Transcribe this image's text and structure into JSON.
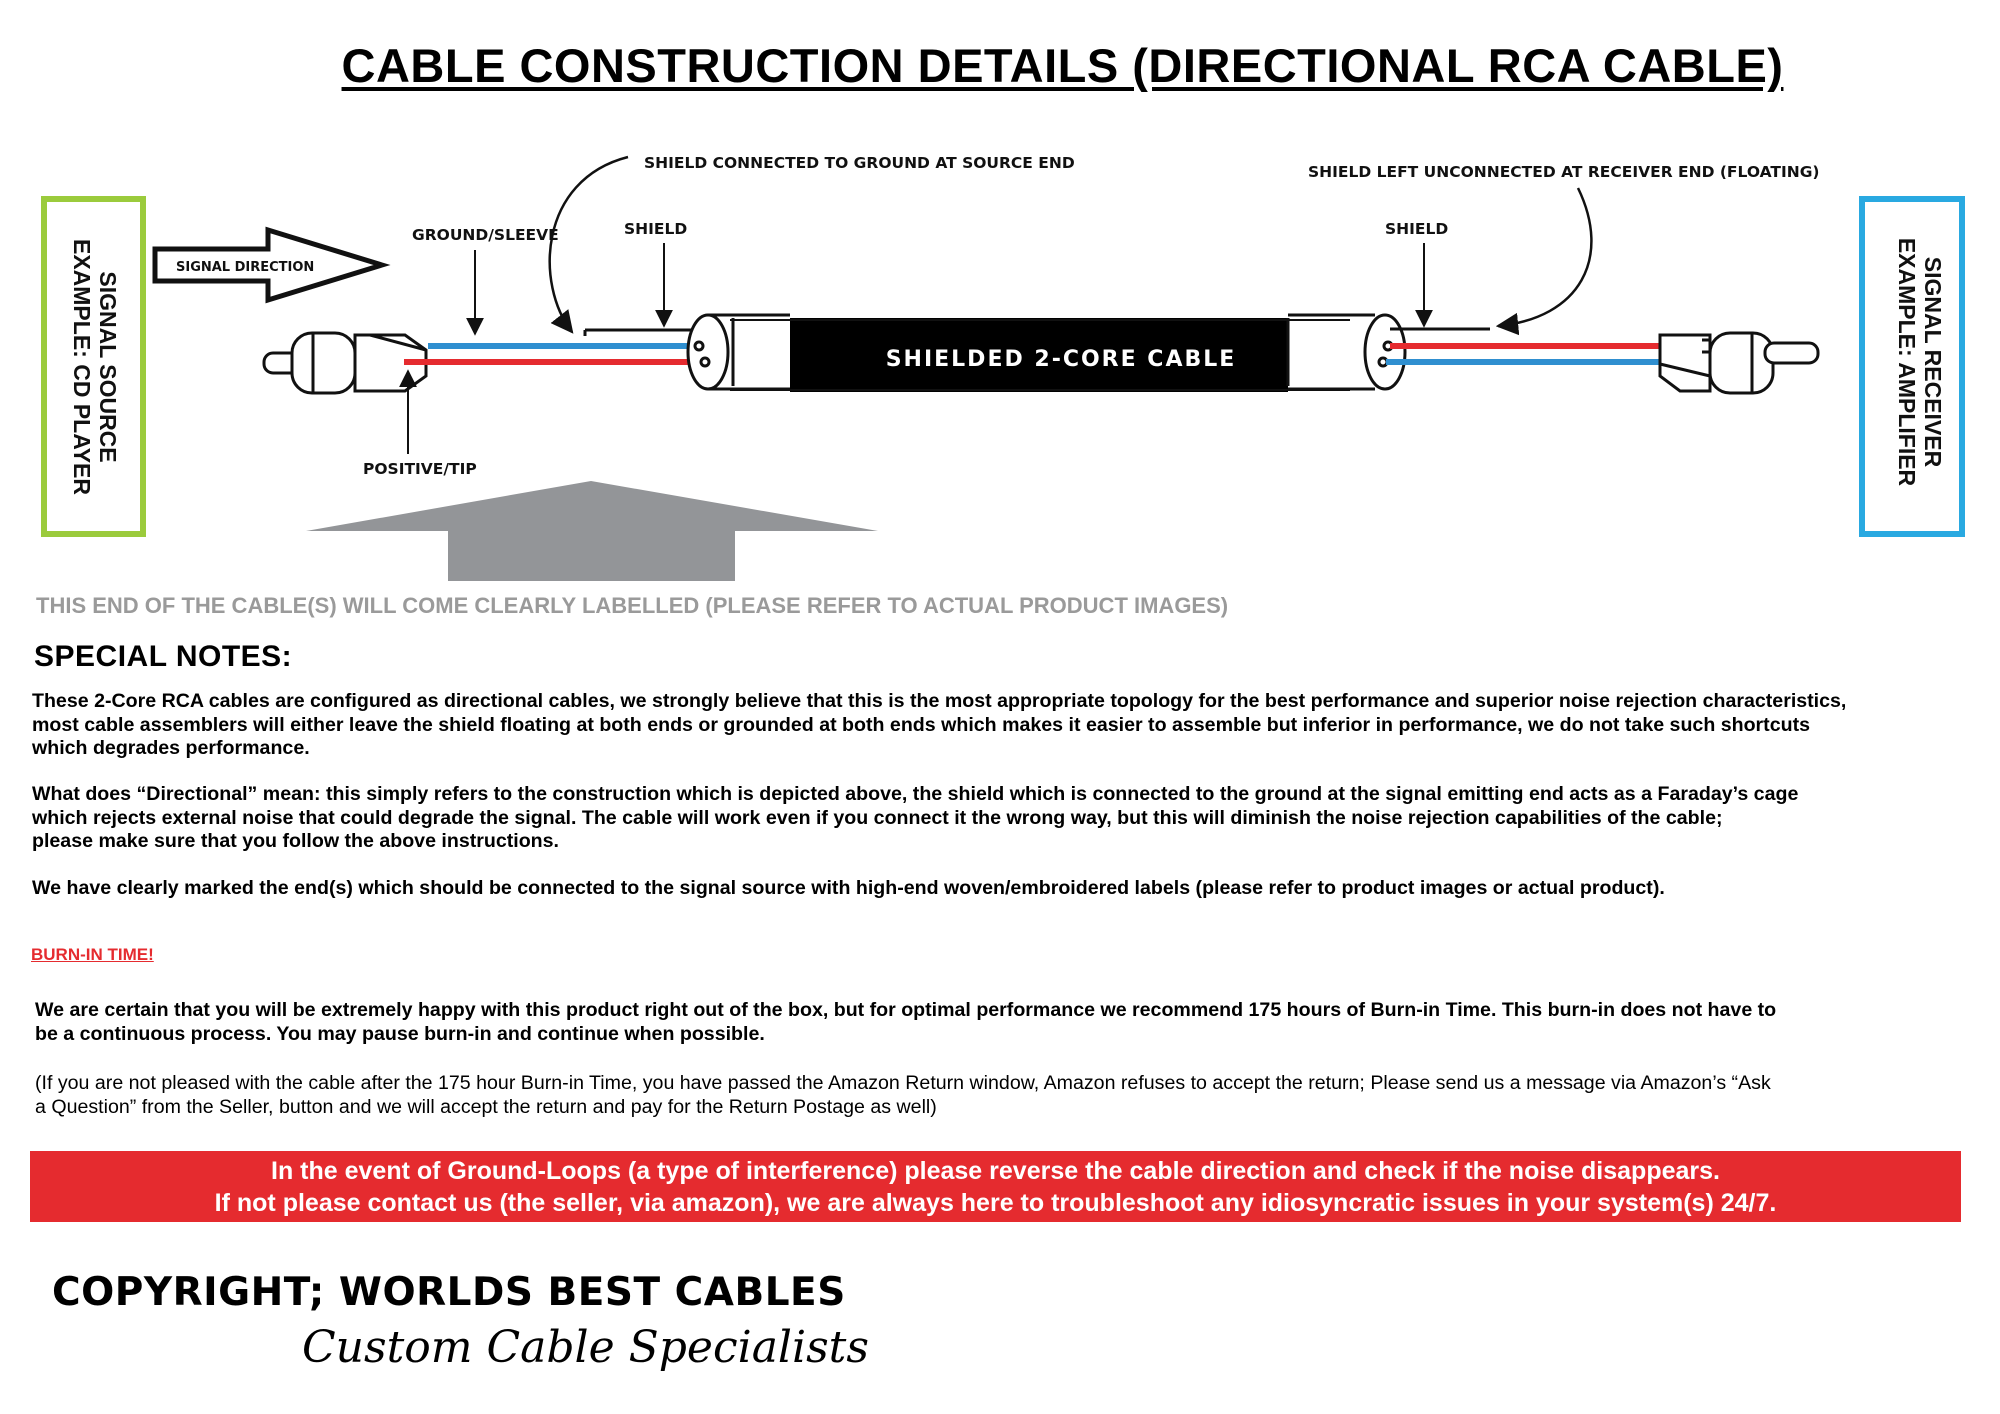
{
  "title": "CABLE CONSTRUCTION DETAILS (DIRECTIONAL RCA CABLE)",
  "diagram": {
    "source_box_line1": "SIGNAL SOURCE",
    "source_box_line2": "EXAMPLE: CD PLAYER",
    "receiver_box_line1": "SIGNAL RECEIVER",
    "receiver_box_line2": "EXAMPLE: AMPLIFIER",
    "signal_direction": "SIGNAL DIRECTION",
    "ground_sleeve": "GROUND/SLEEVE",
    "shield_left": "SHIELD",
    "shield_right": "SHIELD",
    "positive_tip": "POSITIVE/TIP",
    "shield_connected_note": "SHIELD CONNECTED TO GROUND AT SOURCE END",
    "shield_unconnected_note": "SHIELD LEFT UNCONNECTED AT RECEIVER END (FLOATING)",
    "cable_label": "SHIELDED 2-CORE CABLE",
    "colors": {
      "source_box": "#9bcb3c",
      "receiver_box": "#29a9e1",
      "wire_blue": "#2f8fd0",
      "wire_red": "#e52b2f",
      "cable_body": "#000000",
      "big_arrow": "#939598"
    }
  },
  "labelled_note": "THIS END OF THE CABLE(S) WILL COME CLEARLY LABELLED (PLEASE REFER TO ACTUAL PRODUCT IMAGES)",
  "special_notes": {
    "heading": "SPECIAL NOTES:",
    "p1_l1": "These 2-Core RCA cables are configured as directional cables, we strongly believe that this is the most appropriate topology for the best performance and superior noise rejection characteristics,",
    "p1_l2": "most cable assemblers will either leave the shield floating at both ends or grounded at both ends which makes it easier to assemble but inferior in performance, we do not take such shortcuts",
    "p1_l3": "which degrades performance.",
    "p2_l1": "What does “Directional” mean: this simply refers to the construction which is depicted above, the shield which is connected to the ground at the signal emitting end acts as a Faraday’s cage",
    "p2_l2": "which rejects external noise that could degrade the signal. The cable will work even if you connect it the wrong way, but this will diminish the noise rejection capabilities of the cable;",
    "p2_l3": "please make sure that you follow the above instructions.",
    "p3": "We have clearly marked the end(s) which should be connected to the signal source with high-end woven/embroidered labels (please refer to product images or actual product)."
  },
  "burn_in": {
    "heading": "BURN-IN TIME!",
    "p1_l1": "We are certain that you will be extremely happy with this product right out of the box, but for optimal performance we recommend 175 hours of Burn-in Time. This burn-in does not have to",
    "p1_l2": "be a continuous process. You may pause burn-in and continue when possible.",
    "p2_l1": "(If you are not pleased with the cable after the 175 hour Burn-in Time, you have passed the Amazon Return window, Amazon refuses to accept the return; Please send us a message via Amazon’s “Ask",
    "p2_l2": "a Question” from the Seller, button and we will accept the return and pay for the Return Postage as well)"
  },
  "banner": {
    "line1": "In the event of Ground-Loops (a type of interference) please reverse the cable direction and check if the noise disappears.",
    "line2": "If not please contact us (the seller, via amazon), we are always here to troubleshoot any idiosyncratic issues in your system(s) 24/7."
  },
  "footer": {
    "copyright": "COPYRIGHT; WORLDS BEST CABLES",
    "tagline": "Custom Cable Specialists"
  }
}
